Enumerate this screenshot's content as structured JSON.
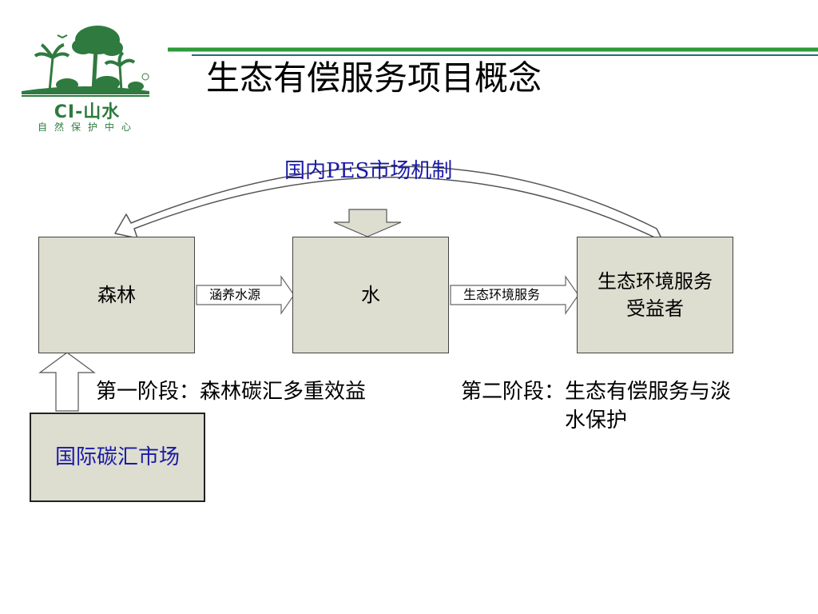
{
  "logo": {
    "brand": "CI-山水",
    "subtitle": "自然保护中心"
  },
  "title": "生态有偿服务项目概念",
  "diagram": {
    "pes_label": "国内PES市场机制",
    "nodes": {
      "forest": "森林",
      "water": "水",
      "beneficiary": "生态环境服务受益者",
      "carbon_market": "国际碳汇市场"
    },
    "edges": {
      "forest_to_water": "涵养水源",
      "water_to_beneficiary": "生态环境服务"
    },
    "stages": {
      "stage_1": "第一阶段：森林碳汇多重效益",
      "stage_2": "第二阶段：生态有偿服务与淡水保护"
    }
  },
  "colors": {
    "box_fill": "#ddddd0",
    "accent_blue": "#1a1aa6",
    "logo_green": "#2f7a3f",
    "title_line_green": "#2e9a3a",
    "title_line_teal": "#1f6f7a"
  }
}
